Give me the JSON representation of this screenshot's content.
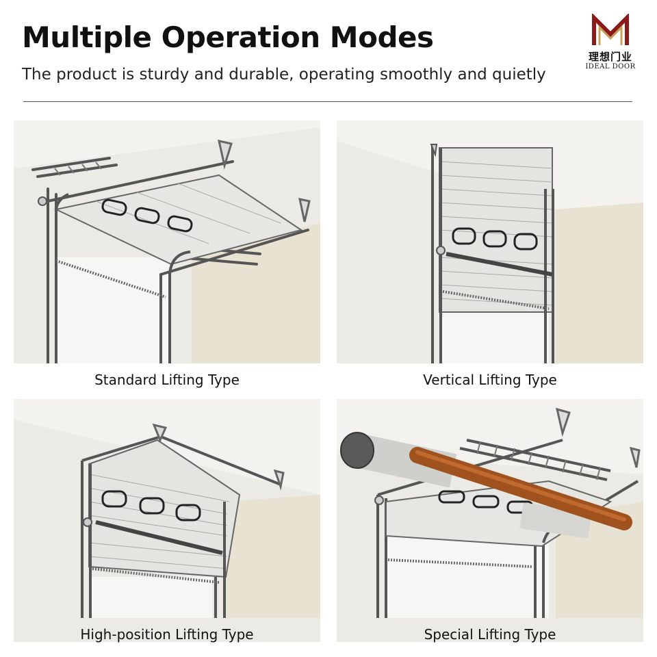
{
  "header": {
    "title": "Multiple Operation Modes",
    "subtitle": "The product is sturdy and durable, operating smoothly and quietly"
  },
  "logo": {
    "chinese": "理想门业",
    "english": "IDEAL DOOR",
    "brand_color": "#8b1a1a",
    "gold_color": "#c8a25a"
  },
  "panels": [
    {
      "caption": "Standard Lifting Type"
    },
    {
      "caption": "Vertical Lifting Type"
    },
    {
      "caption": "High-position Lifting Type"
    },
    {
      "caption": "Special Lifting Type"
    }
  ],
  "colors": {
    "wall": "#eceae4",
    "accent_pipe": "#a0521e"
  }
}
